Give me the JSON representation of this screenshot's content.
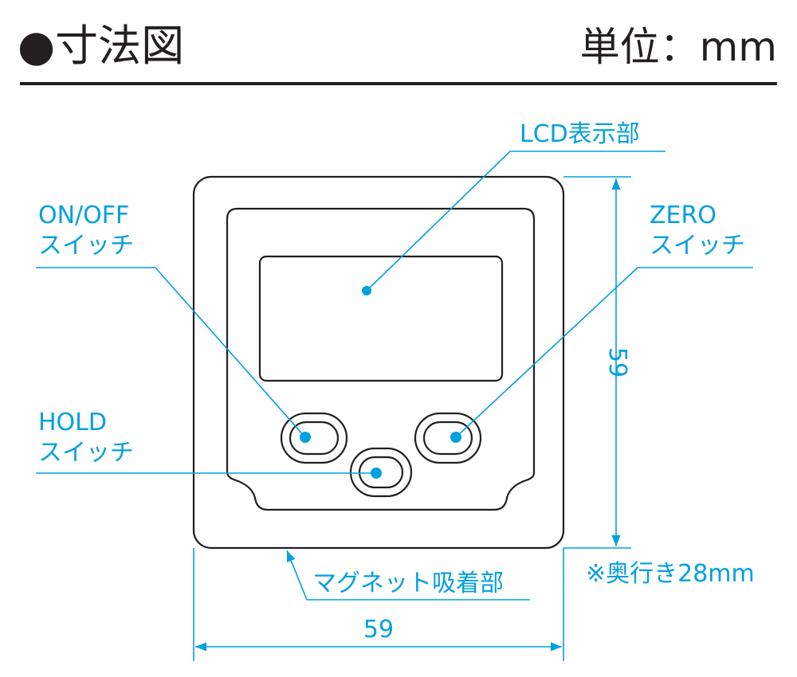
{
  "header": {
    "title": "●寸法図",
    "unit": "単位：mm"
  },
  "labels": {
    "lcd": "LCD表示部",
    "onoff_line1": "ON/OFF",
    "onoff_line2": "スイッチ",
    "zero_line1": "ZERO",
    "zero_line2": "スイッチ",
    "hold_line1": "HOLD",
    "hold_line2": "スイッチ",
    "magnet": "マグネット吸着部",
    "depth_note": "※奥行き28mm"
  },
  "dimensions": {
    "height": "59",
    "width": "59"
  },
  "colors": {
    "accent": "#00a0e0",
    "line": "#231f20"
  }
}
